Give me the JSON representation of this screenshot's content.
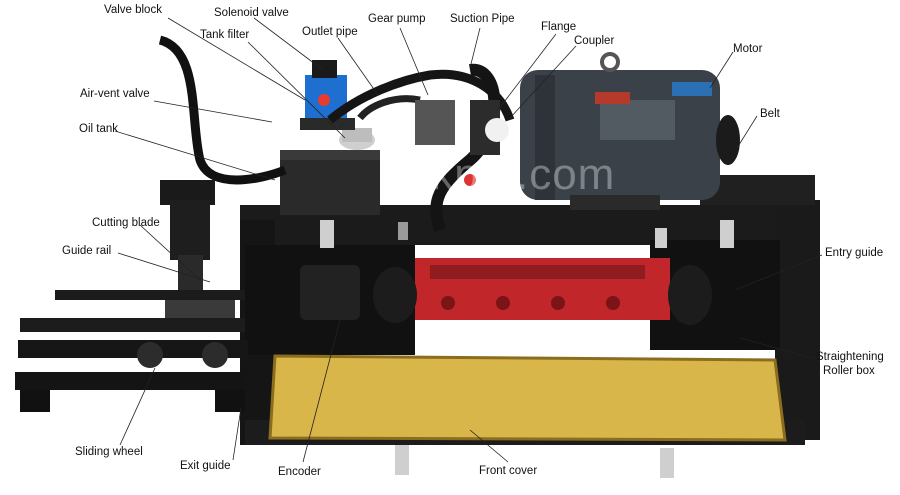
{
  "labels": {
    "valve_block": "Valve block",
    "solenoid_valve": "Solenoid valve",
    "gear_pump": "Gear pump",
    "suction_pipe": "Suction Pipe",
    "tank_filter": "Tank filter",
    "outlet_pipe": "Outlet pipe",
    "flange": "Flange",
    "coupler": "Coupler",
    "motor": "Motor",
    "air_vent_valve": "Air-vent valve",
    "belt": "Belt",
    "oil_tank": "Oil tank",
    "cutting_blade": "Cutting blade",
    "entry_guide": "Entry guide",
    "guide_rail": "Guide rail",
    "straightening_roller_box": "Straightening\nRoller box",
    "straightening_line1": "Straightening",
    "straightening_line2": "Roller box",
    "sliding_wheel": "Sliding wheel",
    "exit_guide": "Exit guide",
    "encoder": "Encoder",
    "front_cover": "Front cover"
  },
  "watermark": "lokpal.com",
  "colors": {
    "frame": "#1a1a1a",
    "motor": "#3a4148",
    "roller_box": "#c0262a",
    "cover": "#d9b64a",
    "valve": "#1f6fd1"
  }
}
